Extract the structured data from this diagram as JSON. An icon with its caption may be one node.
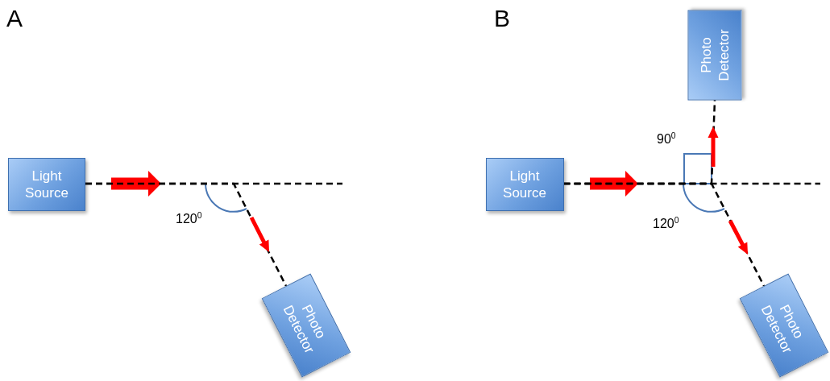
{
  "diagram": {
    "nodes": [
      {
        "text": [
          "Light Source"
        ]
      },
      {
        "text": [
          "Photo Detector"
        ]
      },
      {
        "text": [
          "Light Source"
        ]
      },
      {
        "text": [
          "Photo Detector"
        ]
      },
      {
        "text": [
          "Photo Detector"
        ]
      }
    ],
    "edges": [
      {
        "from": 0,
        "to": null,
        "arrow": "none",
        "style": "dashed"
      },
      {
        "from": 0,
        "to": 1,
        "arrow": "none",
        "style": "dashed"
      },
      {
        "from": 2,
        "to": null,
        "arrow": "none",
        "style": "dashed"
      },
      {
        "from": 2,
        "to": 3,
        "arrow": "none",
        "style": "dashed"
      },
      {
        "from": 2,
        "to": 4,
        "arrow": "none",
        "style": "dashed"
      }
    ],
    "labels": [
      "A",
      "B",
      "120$^{0}$",
      "90$^{0}$",
      "120$^{0}$"
    ]
  }
}
